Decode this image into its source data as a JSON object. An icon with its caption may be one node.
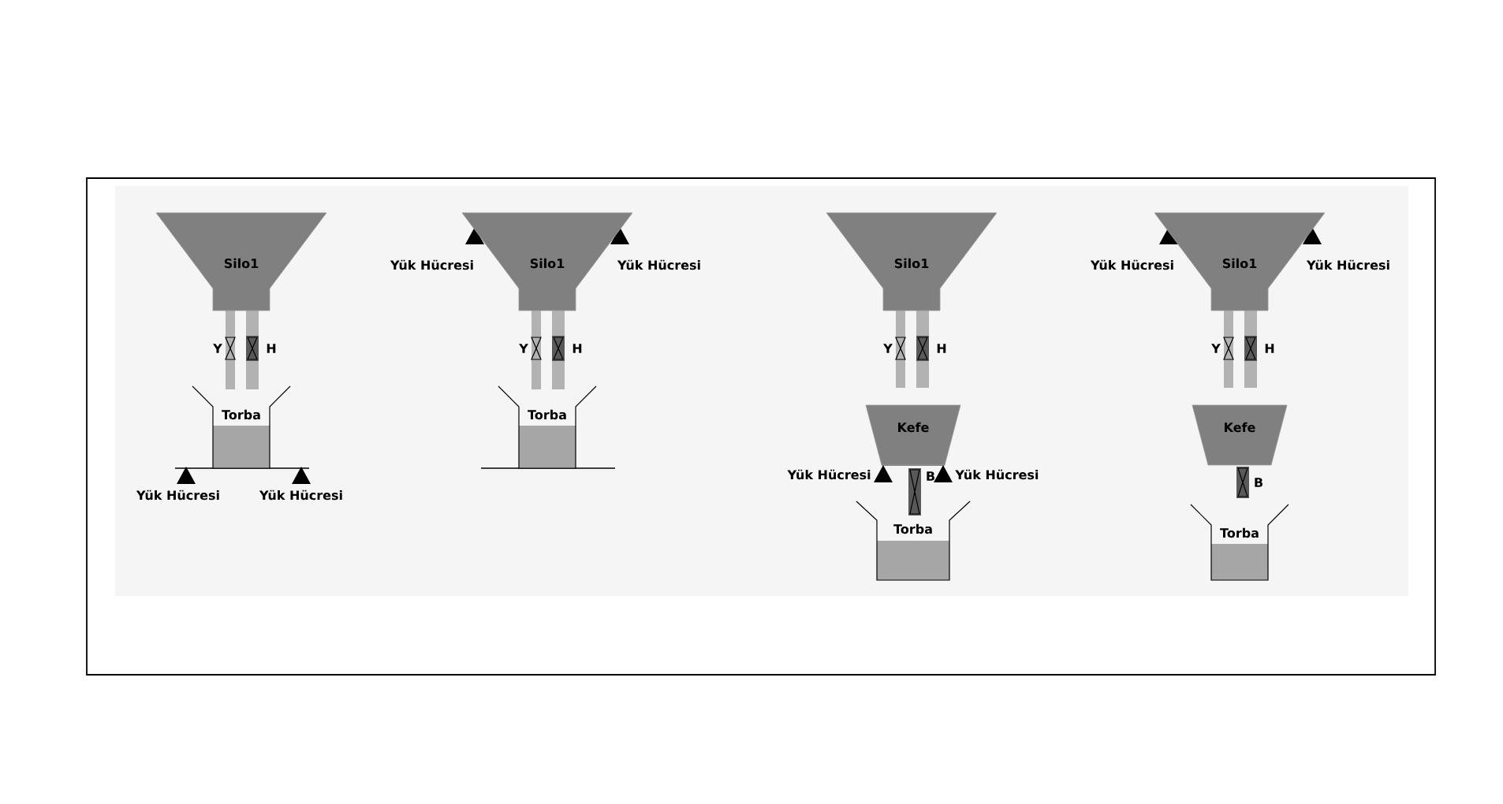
{
  "diagram": {
    "nodes": [
      {
        "text": [
          "Silo1"
        ]
      },
      {
        "text": [
          "Torba"
        ]
      },
      {
        "text": [
          "Silo1"
        ]
      },
      {
        "text": [
          "Torba"
        ]
      },
      {
        "text": [
          "Silo1"
        ]
      },
      {
        "text": [
          "Kefe"
        ]
      },
      {
        "text": [
          "Torba"
        ]
      },
      {
        "text": [
          "Silo1"
        ]
      },
      {
        "text": [
          "Kefe"
        ]
      },
      {
        "text": [
          "Torba"
        ]
      }
    ],
    "labels": [
      "Y",
      "H",
      "Yük Hücresi",
      "Yük Hücresi",
      "Yük Hücresi",
      "Yük Hücresi",
      "Y",
      "H",
      "Y",
      "H",
      "Yük Hücresi",
      "B",
      "Yük Hücresi",
      "Yük Hücresi",
      "Yük Hücresi",
      "Y",
      "H",
      "B"
    ]
  }
}
